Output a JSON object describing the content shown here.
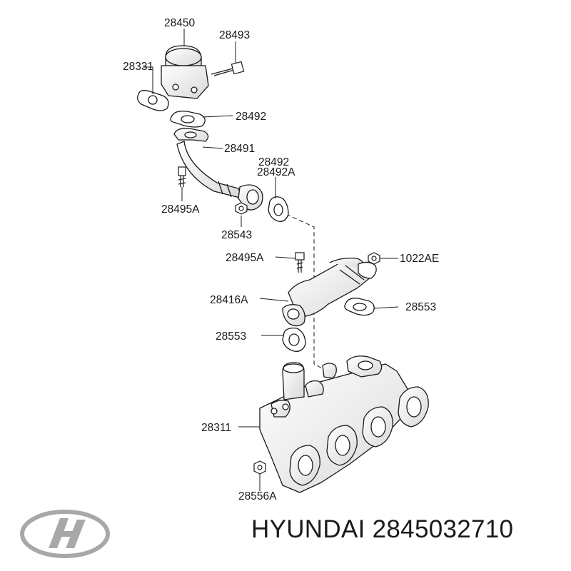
{
  "diagram": {
    "part_labels": [
      "28450",
      "28493",
      "28331",
      "28492",
      "28491",
      "28492",
      "28492A",
      "28495A",
      "28543",
      "28495A",
      "1022AE",
      "28416A",
      "28553",
      "28553",
      "28311",
      "28556A"
    ]
  },
  "footer": {
    "brand_name": "HYUNDAI",
    "part_number": "2845032710"
  },
  "logo": {
    "icon": "hyundai-logo-icon",
    "color": "#a8a8a8"
  },
  "colors": {
    "line": "#1a1a1a",
    "shade": "#cfcfcf"
  }
}
